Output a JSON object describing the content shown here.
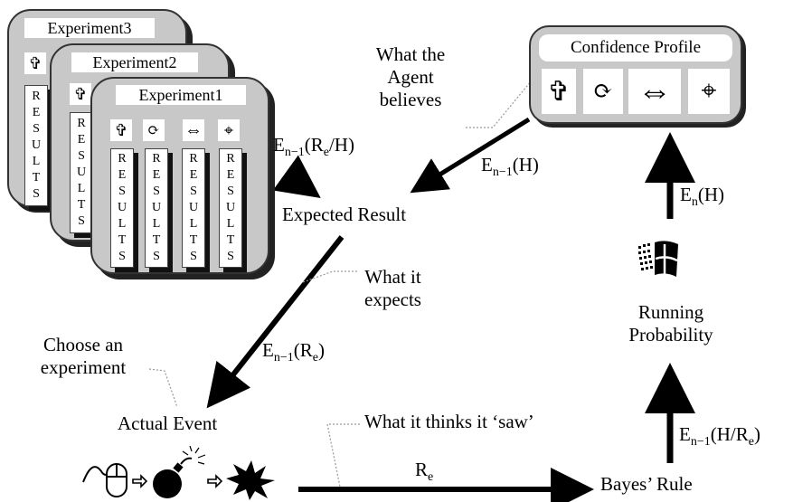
{
  "experiments": [
    {
      "title": "Experiment3",
      "results_text": "RESULTS"
    },
    {
      "title": "Experiment2",
      "results_text": "RESULTS"
    },
    {
      "title": "Experiment1",
      "results_text": "RESULTS"
    }
  ],
  "confidence_profile": {
    "title": "Confidence Profile"
  },
  "nodes": {
    "expected_result": "Expected Result",
    "actual_event": "Actual Event",
    "bayes_rule": "Bayes’ Rule",
    "running_probability_line1": "Running",
    "running_probability_line2": "Probability"
  },
  "annotations": {
    "agent_believes": [
      "What the",
      "Agent",
      "believes"
    ],
    "what_it_expects": [
      "What it",
      "expects"
    ],
    "choose_experiment": [
      "Choose an",
      "experiment"
    ],
    "what_it_saw": "What it thinks it ‘saw’"
  },
  "edge_labels": {
    "e_n1_re_h": {
      "base": "E",
      "sub": "n−1",
      "rest": "(R",
      "rest_sub": "e",
      "tail": "/H)"
    },
    "e_n1_h": {
      "base": "E",
      "sub": "n−1",
      "rest": "(H)"
    },
    "e_n_h": {
      "base": "E",
      "sub": "n",
      "rest": "(H)"
    },
    "e_n1_re": {
      "base": "E",
      "sub": "n−1",
      "rest": "(R",
      "rest_sub": "e",
      "tail": ")"
    },
    "e_n1_h_re": {
      "base": "E",
      "sub": "n−1",
      "rest": "(H/R",
      "rest_sub": "e",
      "tail": ")"
    },
    "re": {
      "base": "R",
      "sub": "e"
    }
  },
  "icons": [
    "cross-icon",
    "cycle-arrows-icon",
    "double-arrow-icon",
    "crosshair-icon",
    "mouse-icon",
    "bomb-icon",
    "explosion-icon",
    "windows-logo-icon"
  ]
}
